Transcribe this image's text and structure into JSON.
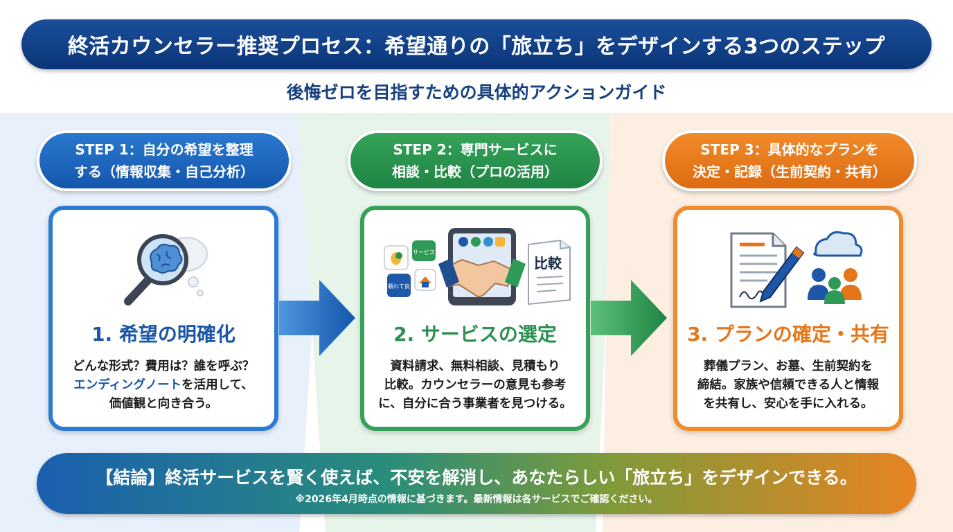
{
  "title": "終活カウンセラー推奨プロセス：希望通りの「旅立ち」をデザインする3つのステップ",
  "subtitle": "後悔ゼロを目指すための具体的アクションガイド",
  "colors": {
    "blue": "#1a56a8",
    "green": "#2b9150",
    "orange": "#e5751a",
    "navy": "#0b3478"
  },
  "steps": [
    {
      "pill": "STEP 1：自分の希望を整理\nする（情報収集・自己分析）",
      "icon": "magnifier-brain-icon",
      "title": "1. 希望の明確化",
      "text_line1": "どんな形式？費用は？誰を呼ぶ？",
      "text_highlight": "エンディングノート",
      "text_line2_rest": "を活用して、",
      "text_line3": "価値観と向き合う。"
    },
    {
      "pill": "STEP 2：専門サービスに\n相談・比較（プロの活用）",
      "icon": "tablet-handshake-icon",
      "icon_labels": [
        "比較",
        "サービス",
        "頼れて良"
      ],
      "title": "2. サービスの選定",
      "text_line1": "資料請求、無料相談、見積もり",
      "text_line2": "比較。カウンセラーの意見も参考",
      "text_line3": "に、自分に合う事業者を見つける。"
    },
    {
      "pill": "STEP 3：具体的なプランを\n決定・記録（生前契約・共有）",
      "icon": "contract-family-icon",
      "title": "3. プランの確定・共有",
      "text_line1": "葬儀プラン、お墓、生前契約を",
      "text_line2": "締結。家族や信頼できる人と情報",
      "text_line3": "を共有し、安心を手に入れる。"
    }
  ],
  "conclusion": {
    "main": "【結論】終活サービスを賢く使えば、不安を解消し、あなたらしい「旅立ち」をデザインできる。",
    "note": "※2026年4月時点の情報に基づきます。最新情報は各サービスでご確認ください。"
  }
}
